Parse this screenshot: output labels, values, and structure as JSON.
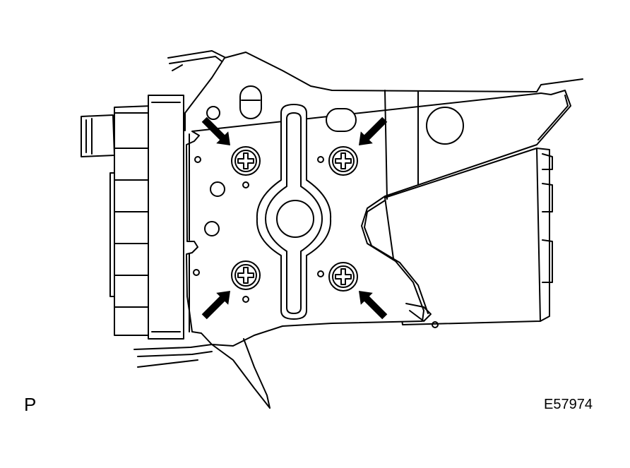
{
  "figure": {
    "view_label": "P",
    "figure_code": "E57974"
  },
  "colors": {
    "line": "#000000",
    "fill": "#ffffff"
  },
  "parts": {
    "bolt_count": 4,
    "arrow_count": 4,
    "icons": [
      "phillips-bolt-icon",
      "indicator-arrow-icon"
    ]
  }
}
